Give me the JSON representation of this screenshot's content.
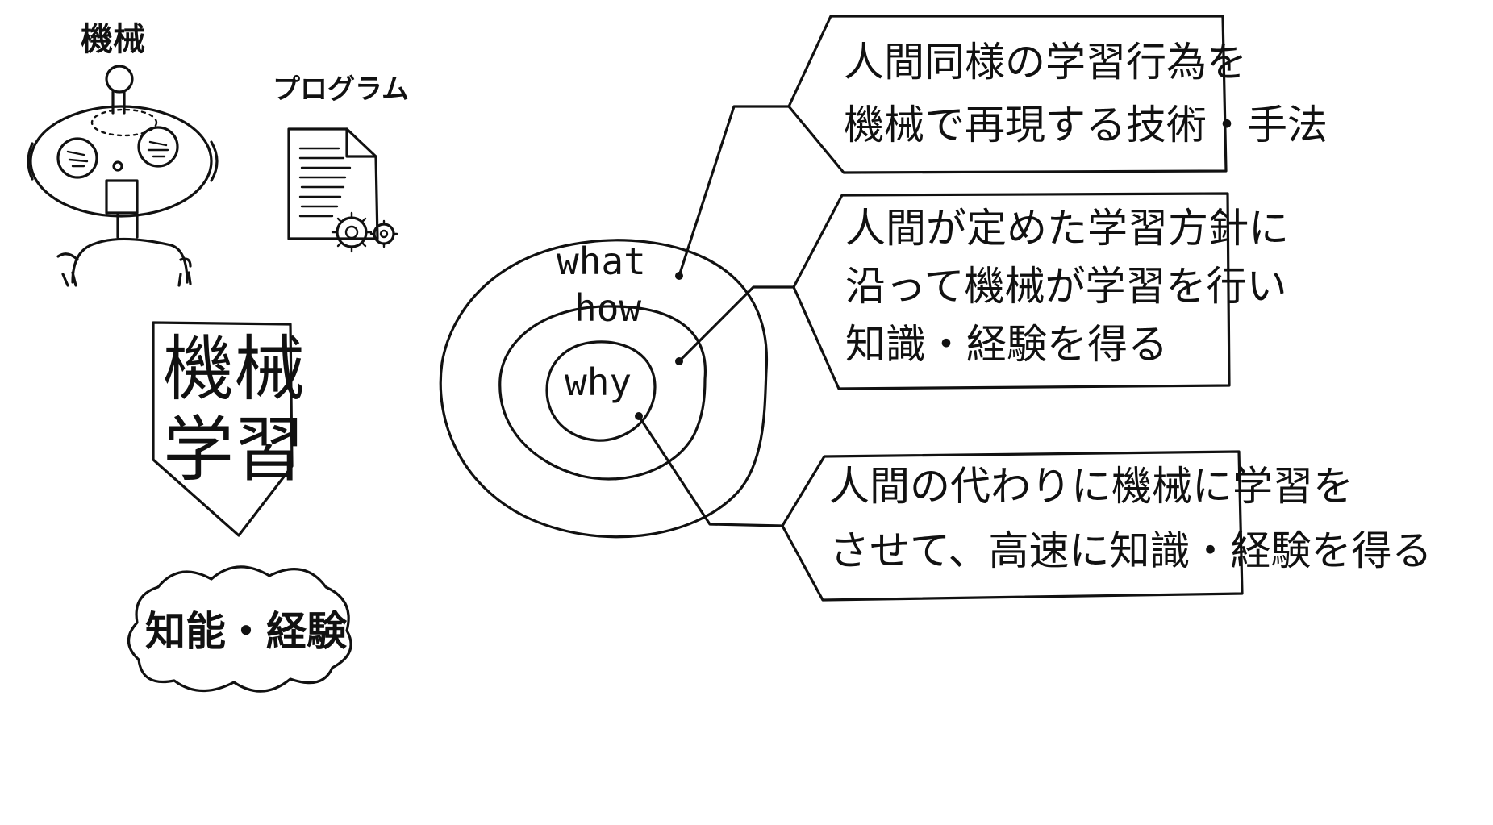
{
  "robot": {
    "label": "機械"
  },
  "program": {
    "label": "プログラム"
  },
  "shield": {
    "line1": "機械",
    "line2": "学習"
  },
  "cloud": {
    "label": "知能・経験"
  },
  "circles": {
    "outer": "what",
    "middle": "how",
    "inner": "why"
  },
  "boxes": [
    {
      "lines": [
        "人間同様の学習行為を",
        "機械で再現する技術・手法"
      ]
    },
    {
      "lines": [
        "人間が定めた学習方針に",
        "沿って機械が学習を行い",
        "知識・経験を得る"
      ]
    },
    {
      "lines": [
        "人間の代わりに機械に学習を",
        "させて、高速に知識・経験を得る"
      ]
    }
  ]
}
